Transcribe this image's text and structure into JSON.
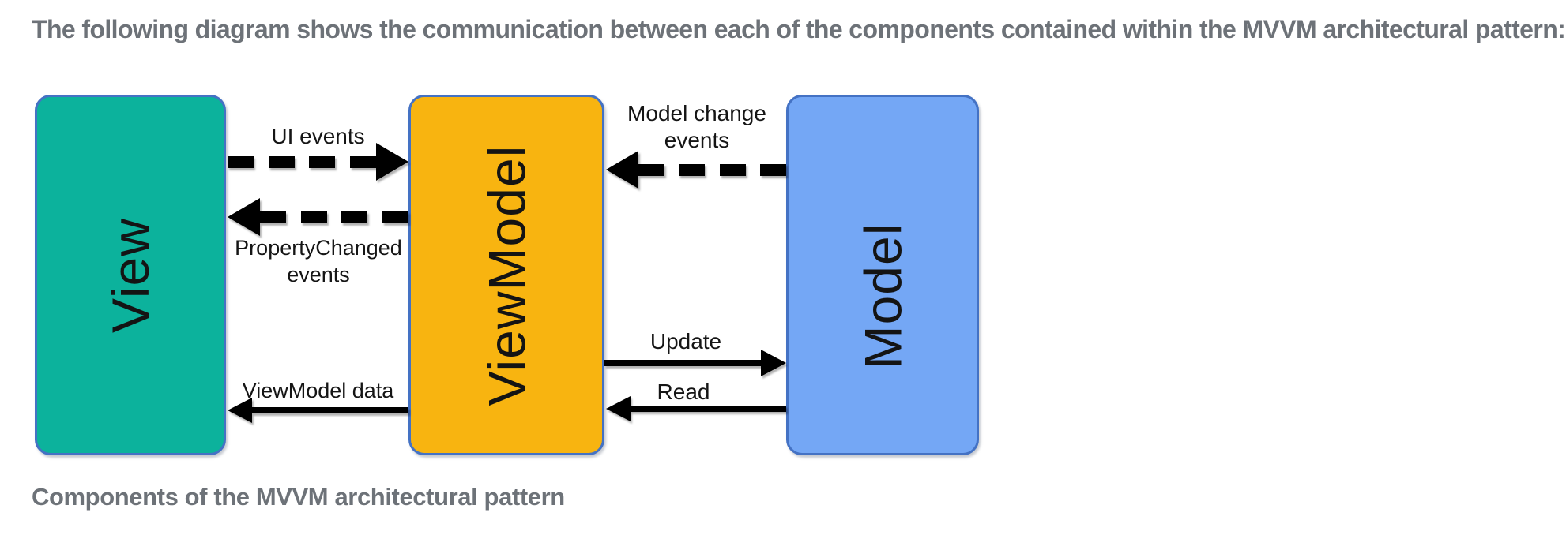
{
  "page_colors": {
    "background": "#ffffff",
    "heading_text": "#6d7278",
    "arrow_color": "#000000"
  },
  "intro": {
    "text": "The following diagram shows the communication between each of the components contained within the MVVM architectural pattern:"
  },
  "caption": {
    "text": "Components of the MVVM architectural pattern"
  },
  "diagram": {
    "border_color": "#4472c4",
    "boxes": [
      {
        "id": "view",
        "label": "View",
        "fill": "#0cb29c"
      },
      {
        "id": "viewmodel",
        "label": "ViewModel",
        "fill": "#f8b410"
      },
      {
        "id": "model",
        "label": "Model",
        "fill": "#74a7f5"
      }
    ],
    "arrows": [
      {
        "label": "UI events",
        "from": "View",
        "to": "ViewModel",
        "line_style": "dashed",
        "direction": "right"
      },
      {
        "label": "PropertyChanged events",
        "from": "ViewModel",
        "to": "View",
        "line_style": "dashed",
        "direction": "left"
      },
      {
        "label": "ViewModel data",
        "from": "ViewModel",
        "to": "View",
        "line_style": "solid",
        "direction": "left"
      },
      {
        "label": "Model change events",
        "from": "Model",
        "to": "ViewModel",
        "line_style": "dashed",
        "direction": "left"
      },
      {
        "label": "Update",
        "from": "ViewModel",
        "to": "Model",
        "line_style": "solid",
        "direction": "right"
      },
      {
        "label": "Read",
        "from": "Model",
        "to": "ViewModel",
        "line_style": "solid",
        "direction": "left"
      }
    ]
  }
}
